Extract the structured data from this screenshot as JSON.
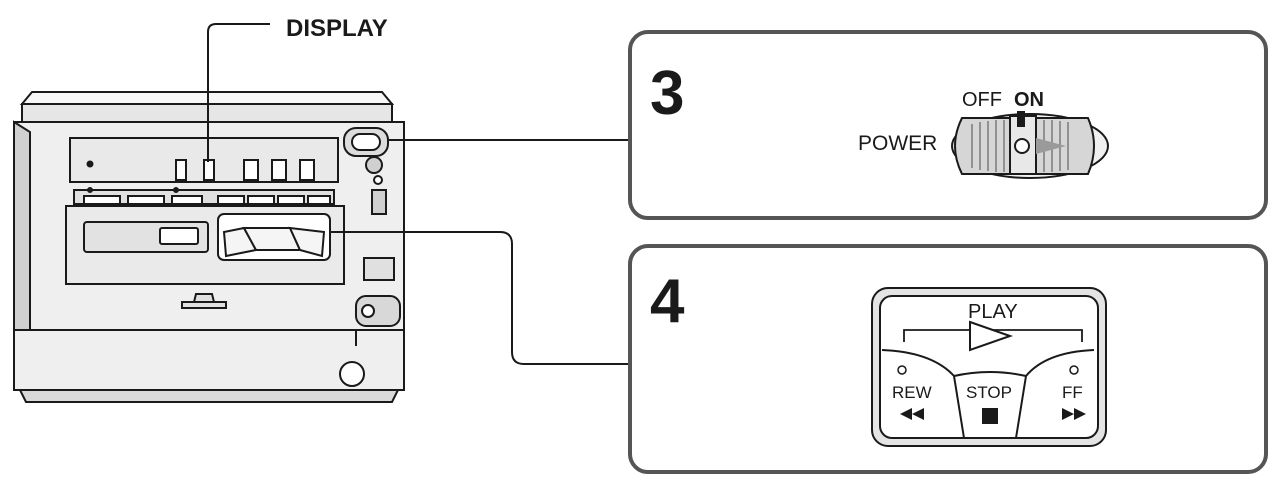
{
  "callouts": {
    "display_label": "DISPLAY"
  },
  "step3": {
    "number": "3",
    "switch_label": "POWER",
    "off_label": "OFF",
    "on_label": "ON"
  },
  "step4": {
    "number": "4",
    "play_label": "PLAY",
    "rew_label": "REW",
    "stop_label": "STOP",
    "ff_label": "FF"
  },
  "colors": {
    "line": "#1a1a1a",
    "panel_border": "#555555",
    "device_fill": "#f2f2f2",
    "shade": "#bdbdbd"
  }
}
